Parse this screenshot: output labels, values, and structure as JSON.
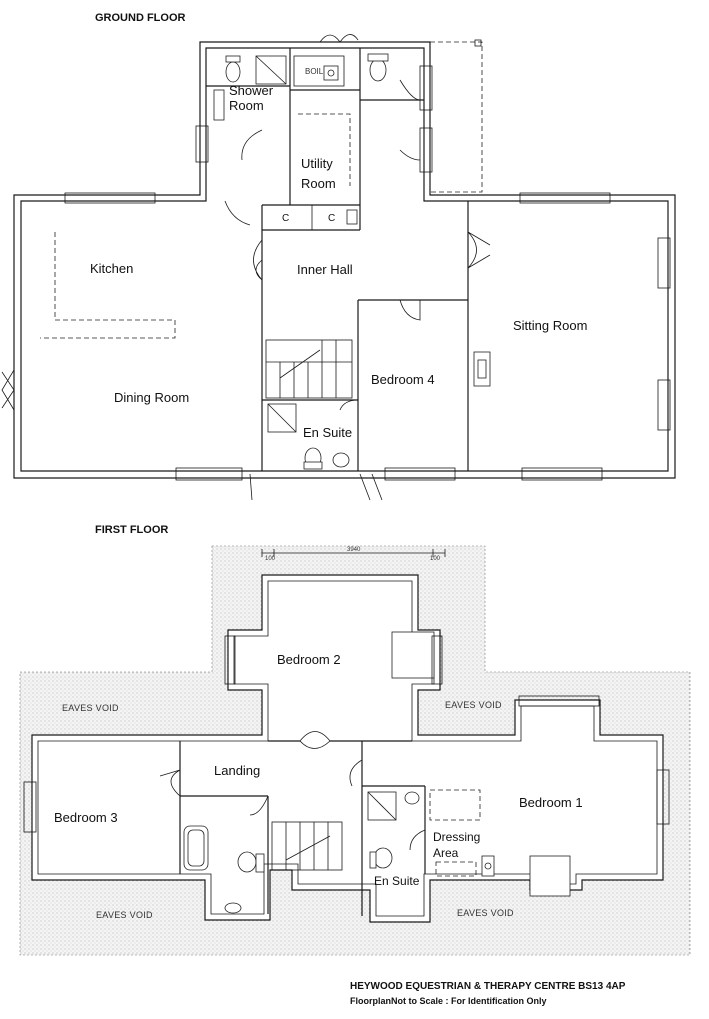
{
  "ground_floor": {
    "title": "GROUND FLOOR",
    "rooms": {
      "shower_room": [
        "Shower",
        "Room"
      ],
      "utility_room": [
        "Utility",
        "Room"
      ],
      "kitchen": "Kitchen",
      "inner_hall": "Inner Hall",
      "sitting_room": "Sitting Room",
      "dining_room": "Dining Room",
      "bedroom_4": "Bedroom 4",
      "en_suite": "En Suite"
    },
    "boiler": "BOILER",
    "cupboard": "C"
  },
  "first_floor": {
    "title": "FIRST FLOOR",
    "dimension": {
      "main": "3940",
      "left": "100",
      "right": "100"
    },
    "rooms": {
      "bedroom_2": "Bedroom 2",
      "landing": "Landing",
      "bedroom_3": "Bedroom 3",
      "bedroom_1": "Bedroom 1",
      "dressing_area": [
        "Dressing",
        "Area"
      ],
      "en_suite": "En Suite"
    },
    "eaves_void": "EAVES VOID"
  },
  "footer": {
    "title": "HEYWOOD EQUESTRIAN & THERAPY CENTRE BS13 4AP",
    "note": "FloorplanNot to Scale : For Identification Only"
  }
}
